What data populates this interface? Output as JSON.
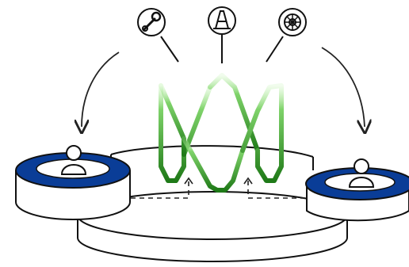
{
  "diagram": {
    "icons": [
      {
        "name": "wrench-icon"
      },
      {
        "name": "traffic-cone-icon"
      },
      {
        "name": "wheel-icon"
      }
    ],
    "platforms": [
      {
        "name": "left-user-platform",
        "icon": "user-icon"
      },
      {
        "name": "right-user-platform",
        "icon": "user-icon"
      },
      {
        "name": "central-stage"
      }
    ],
    "logo": {
      "name": "green-zigzag-logo"
    },
    "colors": {
      "platform_ring": "#0a3d97",
      "outline": "#111111",
      "green_light": "#7fd36a",
      "green_dark": "#1f7a18",
      "arrow": "#222222"
    }
  }
}
